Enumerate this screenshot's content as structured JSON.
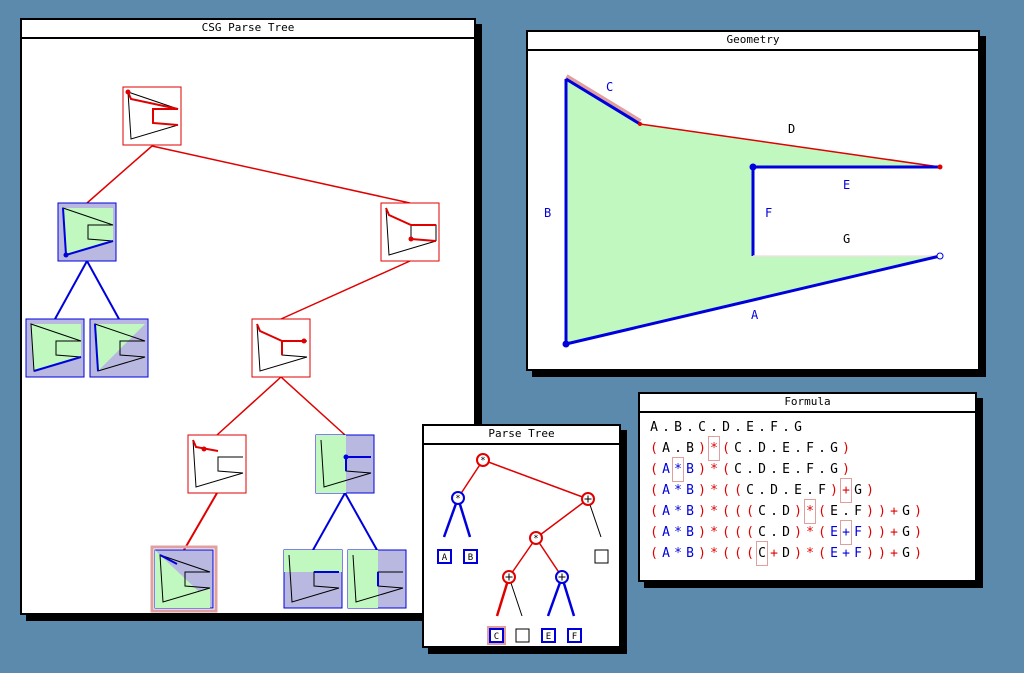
{
  "windows": {
    "csg": {
      "title": "CSG Parse Tree"
    },
    "geometry": {
      "title": "Geometry"
    },
    "parse": {
      "title": "Parse Tree"
    },
    "formula": {
      "title": "Formula"
    }
  },
  "geometry_labels": {
    "A": "A",
    "B": "B",
    "C": "C",
    "D": "D",
    "E": "E",
    "F": "F",
    "G": "G"
  },
  "parse_leaves": {
    "A": "A",
    "B": "B",
    "C": "C",
    "E": "E",
    "F": "F"
  },
  "parse_op": "*",
  "colors": {
    "red": "#e00000",
    "blue": "#0000dd",
    "green_fill": "#c0f8c0",
    "lavender_fill": "#b8b8e0",
    "highlight": "#e0a0a0",
    "background": "#5b8aac"
  },
  "formula": [
    {
      "tokens": [
        {
          "t": "A",
          "c": "k"
        },
        {
          "t": ".",
          "c": "k"
        },
        {
          "t": "B",
          "c": "k"
        },
        {
          "t": ".",
          "c": "k"
        },
        {
          "t": "C",
          "c": "k"
        },
        {
          "t": ".",
          "c": "k"
        },
        {
          "t": "D",
          "c": "k"
        },
        {
          "t": ".",
          "c": "k"
        },
        {
          "t": "E",
          "c": "k"
        },
        {
          "t": ".",
          "c": "k"
        },
        {
          "t": "F",
          "c": "k"
        },
        {
          "t": ".",
          "c": "k"
        },
        {
          "t": "G",
          "c": "k"
        }
      ]
    },
    {
      "tokens": [
        {
          "t": "(",
          "c": "r"
        },
        {
          "t": "A",
          "c": "k"
        },
        {
          "t": ".",
          "c": "k"
        },
        {
          "t": "B",
          "c": "k"
        },
        {
          "t": ")",
          "c": "r"
        },
        {
          "t": "*",
          "c": "r",
          "box": true
        },
        {
          "t": "(",
          "c": "r"
        },
        {
          "t": "C",
          "c": "k"
        },
        {
          "t": ".",
          "c": "k"
        },
        {
          "t": "D",
          "c": "k"
        },
        {
          "t": ".",
          "c": "k"
        },
        {
          "t": "E",
          "c": "k"
        },
        {
          "t": ".",
          "c": "k"
        },
        {
          "t": "F",
          "c": "k"
        },
        {
          "t": ".",
          "c": "k"
        },
        {
          "t": "G",
          "c": "k"
        },
        {
          "t": ")",
          "c": "r"
        }
      ]
    },
    {
      "tokens": [
        {
          "t": "(",
          "c": "r"
        },
        {
          "t": "A",
          "c": "b"
        },
        {
          "t": "*",
          "c": "b",
          "box": true
        },
        {
          "t": "B",
          "c": "b"
        },
        {
          "t": ")",
          "c": "r"
        },
        {
          "t": "*",
          "c": "r"
        },
        {
          "t": "(",
          "c": "r"
        },
        {
          "t": "C",
          "c": "k"
        },
        {
          "t": ".",
          "c": "k"
        },
        {
          "t": "D",
          "c": "k"
        },
        {
          "t": ".",
          "c": "k"
        },
        {
          "t": "E",
          "c": "k"
        },
        {
          "t": ".",
          "c": "k"
        },
        {
          "t": "F",
          "c": "k"
        },
        {
          "t": ".",
          "c": "k"
        },
        {
          "t": "G",
          "c": "k"
        },
        {
          "t": ")",
          "c": "r"
        }
      ]
    },
    {
      "tokens": [
        {
          "t": "(",
          "c": "r"
        },
        {
          "t": "A",
          "c": "b"
        },
        {
          "t": "*",
          "c": "b"
        },
        {
          "t": "B",
          "c": "b"
        },
        {
          "t": ")",
          "c": "r"
        },
        {
          "t": "*",
          "c": "r"
        },
        {
          "t": "(",
          "c": "r"
        },
        {
          "t": "(",
          "c": "r"
        },
        {
          "t": "C",
          "c": "k"
        },
        {
          "t": ".",
          "c": "k"
        },
        {
          "t": "D",
          "c": "k"
        },
        {
          "t": ".",
          "c": "k"
        },
        {
          "t": "E",
          "c": "k"
        },
        {
          "t": ".",
          "c": "k"
        },
        {
          "t": "F",
          "c": "k"
        },
        {
          "t": ")",
          "c": "r"
        },
        {
          "t": "+",
          "c": "r",
          "box": true
        },
        {
          "t": "G",
          "c": "k"
        },
        {
          "t": ")",
          "c": "r"
        }
      ]
    },
    {
      "tokens": [
        {
          "t": "(",
          "c": "r"
        },
        {
          "t": "A",
          "c": "b"
        },
        {
          "t": "*",
          "c": "b"
        },
        {
          "t": "B",
          "c": "b"
        },
        {
          "t": ")",
          "c": "r"
        },
        {
          "t": "*",
          "c": "r"
        },
        {
          "t": "(",
          "c": "r"
        },
        {
          "t": "(",
          "c": "r"
        },
        {
          "t": "(",
          "c": "r"
        },
        {
          "t": "C",
          "c": "k"
        },
        {
          "t": ".",
          "c": "k"
        },
        {
          "t": "D",
          "c": "k"
        },
        {
          "t": ")",
          "c": "r"
        },
        {
          "t": "*",
          "c": "r",
          "box": true
        },
        {
          "t": "(",
          "c": "r"
        },
        {
          "t": "E",
          "c": "k"
        },
        {
          "t": ".",
          "c": "k"
        },
        {
          "t": "F",
          "c": "k"
        },
        {
          "t": ")",
          "c": "r"
        },
        {
          "t": ")",
          "c": "r"
        },
        {
          "t": "+",
          "c": "r"
        },
        {
          "t": "G",
          "c": "k"
        },
        {
          "t": ")",
          "c": "r"
        }
      ]
    },
    {
      "tokens": [
        {
          "t": "(",
          "c": "r"
        },
        {
          "t": "A",
          "c": "b"
        },
        {
          "t": "*",
          "c": "b"
        },
        {
          "t": "B",
          "c": "b"
        },
        {
          "t": ")",
          "c": "r"
        },
        {
          "t": "*",
          "c": "r"
        },
        {
          "t": "(",
          "c": "r"
        },
        {
          "t": "(",
          "c": "r"
        },
        {
          "t": "(",
          "c": "r"
        },
        {
          "t": "C",
          "c": "k"
        },
        {
          "t": ".",
          "c": "k"
        },
        {
          "t": "D",
          "c": "k"
        },
        {
          "t": ")",
          "c": "r"
        },
        {
          "t": "*",
          "c": "r"
        },
        {
          "t": "(",
          "c": "r"
        },
        {
          "t": "E",
          "c": "b"
        },
        {
          "t": "+",
          "c": "b",
          "box": true
        },
        {
          "t": "F",
          "c": "b"
        },
        {
          "t": ")",
          "c": "r"
        },
        {
          "t": ")",
          "c": "r"
        },
        {
          "t": "+",
          "c": "r"
        },
        {
          "t": "G",
          "c": "k"
        },
        {
          "t": ")",
          "c": "r"
        }
      ]
    },
    {
      "tokens": [
        {
          "t": "(",
          "c": "r"
        },
        {
          "t": "A",
          "c": "b"
        },
        {
          "t": "*",
          "c": "b"
        },
        {
          "t": "B",
          "c": "b"
        },
        {
          "t": ")",
          "c": "r"
        },
        {
          "t": "*",
          "c": "r"
        },
        {
          "t": "(",
          "c": "r"
        },
        {
          "t": "(",
          "c": "r"
        },
        {
          "t": "(",
          "c": "r"
        },
        {
          "t": "C",
          "c": "k",
          "box": true
        },
        {
          "t": "+",
          "c": "r"
        },
        {
          "t": "D",
          "c": "k"
        },
        {
          "t": ")",
          "c": "r"
        },
        {
          "t": "*",
          "c": "r"
        },
        {
          "t": "(",
          "c": "r"
        },
        {
          "t": "E",
          "c": "b"
        },
        {
          "t": "+",
          "c": "b"
        },
        {
          "t": "F",
          "c": "b"
        },
        {
          "t": ")",
          "c": "r"
        },
        {
          "t": ")",
          "c": "r"
        },
        {
          "t": "+",
          "c": "r"
        },
        {
          "t": "G",
          "c": "k"
        },
        {
          "t": ")",
          "c": "r"
        }
      ]
    }
  ]
}
